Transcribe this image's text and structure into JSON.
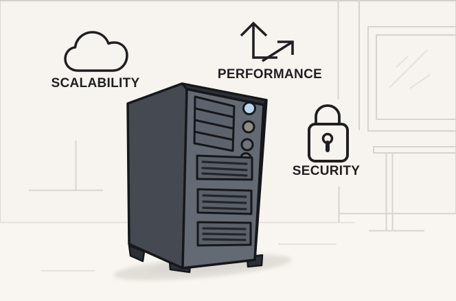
{
  "scene": {
    "type": "illustration",
    "subject": "server tower with feature callouts in a sketched office room",
    "callouts": [
      {
        "id": "scalability",
        "label": "SCALABILITY",
        "icon": "cloud-icon"
      },
      {
        "id": "performance",
        "label": "PERFORMANCE",
        "icon": "growth-arrow-icon"
      },
      {
        "id": "security",
        "label": "SECURITY",
        "icon": "padlock-icon"
      }
    ],
    "server": {
      "drive_bays": 4,
      "vent_panels": 3,
      "led_colors": [
        "#b9d4ee",
        "#8f8c83",
        "#6f737a",
        "#6f737a"
      ]
    },
    "room_elements": [
      "window",
      "side-table",
      "wall-lines",
      "floor-line"
    ],
    "colors": {
      "background": "#f7f3ee",
      "floor": "#f9f6f2",
      "room_line": "#d8d3cc",
      "room_line_faint": "#e6e1da",
      "ink": "#1f1f21",
      "server_front": "#646a73",
      "server_side": "#454a52",
      "server_top": "#2c3036",
      "server_outline": "#15171b",
      "bay_fill": "#5d636c",
      "panel_fill": "#5a6069",
      "panel_detail": "#23262b",
      "led_blue": "#b9d4ee",
      "led_tan": "#8f8c83",
      "led_gray": "#6f737a",
      "shadow": "#d9d5cf"
    }
  }
}
